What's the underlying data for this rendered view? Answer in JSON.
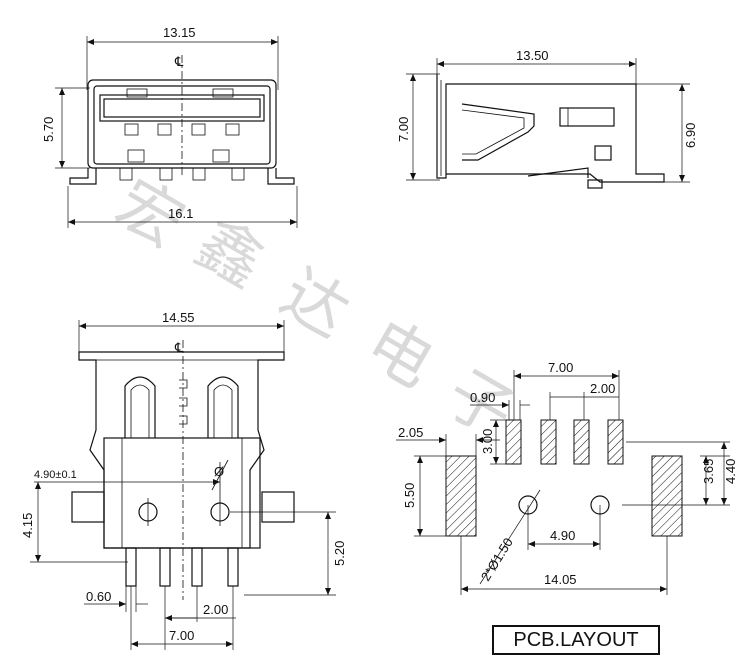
{
  "watermark": {
    "chars": [
      "宏",
      "鑫",
      "达",
      "电",
      "子"
    ]
  },
  "front_view": {
    "width_top": "13.15",
    "height": "5.70",
    "width_bottom": "16.1",
    "centerline": "℄"
  },
  "side_view": {
    "length": "13.50",
    "height_left": "7.00",
    "height_right": "6.90"
  },
  "bottom_view": {
    "width": "14.55",
    "centerline": "℄",
    "hole_spacing": "4.90±0.1",
    "hole_symbol": "Ø",
    "height_left": "4.15",
    "height_right": "5.20",
    "pin_width": "0.60",
    "pin_pitch": "2.00",
    "pin_span": "7.00"
  },
  "pcb_layout": {
    "pad_span": "7.00",
    "pad_width": "0.90",
    "pad_pitch": "2.00",
    "tab_width": "2.05",
    "pad_height": "3.00",
    "tab_height": "5.50",
    "hole_dia": "2*Ø1.50",
    "hole_spacing": "4.90",
    "tab_span": "14.05",
    "offset_a": "3.65",
    "offset_b": "4.40",
    "title": "PCB.LAYOUT"
  }
}
